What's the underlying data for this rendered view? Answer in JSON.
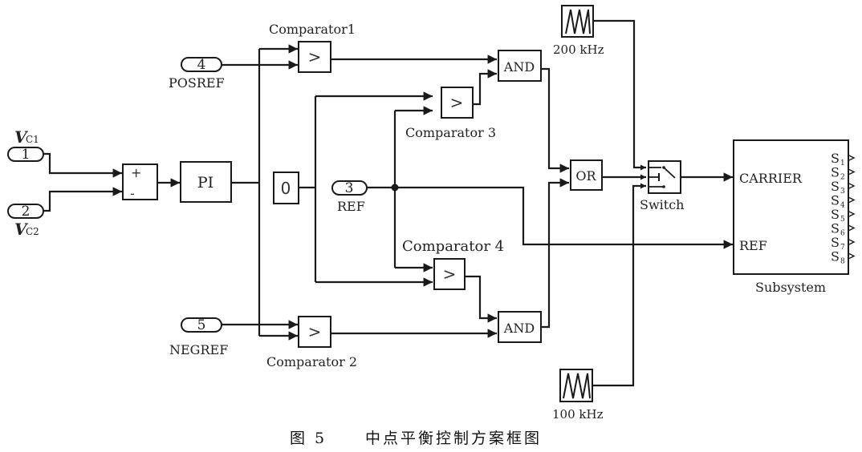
{
  "figure": {
    "caption_number": "图 5",
    "caption_text": "中点平衡控制方案框图"
  },
  "inports": [
    {
      "id": "in1",
      "number": "1",
      "label": "V",
      "sub": "C1"
    },
    {
      "id": "in2",
      "number": "2",
      "label": "V",
      "sub": "C2"
    },
    {
      "id": "in3",
      "number": "3",
      "label": "REF"
    },
    {
      "id": "in4",
      "number": "4",
      "label": "POSREF"
    },
    {
      "id": "in5",
      "number": "5",
      "label": "NEGREF"
    }
  ],
  "blocks": {
    "sum": {
      "plus": "+",
      "minus": "-"
    },
    "pi": {
      "text": "PI"
    },
    "constant": {
      "text": "0"
    },
    "comparator1": {
      "name": "Comparator1",
      "symbol": ">"
    },
    "comparator2": {
      "name": "Comparator 2",
      "symbol": ">"
    },
    "comparator3": {
      "name": "Comparator 3",
      "symbol": ">"
    },
    "comparator4": {
      "name": "Comparator 4",
      "symbol": ">"
    },
    "and1": {
      "text": "AND"
    },
    "and2": {
      "text": "AND"
    },
    "or": {
      "text": "OR"
    },
    "switch": {
      "name": "Switch"
    },
    "carrier_high": {
      "name": "200 kHz",
      "icon": "triangle-wave-icon"
    },
    "carrier_low": {
      "name": "100 kHz",
      "icon": "triangle-wave-icon"
    },
    "subsystem": {
      "name": "Subsystem",
      "inputs": [
        "CARRIER",
        "REF"
      ],
      "outputs": [
        {
          "s": "S",
          "sub": "1"
        },
        {
          "s": "S",
          "sub": "2"
        },
        {
          "s": "S",
          "sub": "3"
        },
        {
          "s": "S",
          "sub": "4"
        },
        {
          "s": "S",
          "sub": "5"
        },
        {
          "s": "S",
          "sub": "6"
        },
        {
          "s": "S",
          "sub": "7"
        },
        {
          "s": "S",
          "sub": "8"
        }
      ]
    }
  }
}
